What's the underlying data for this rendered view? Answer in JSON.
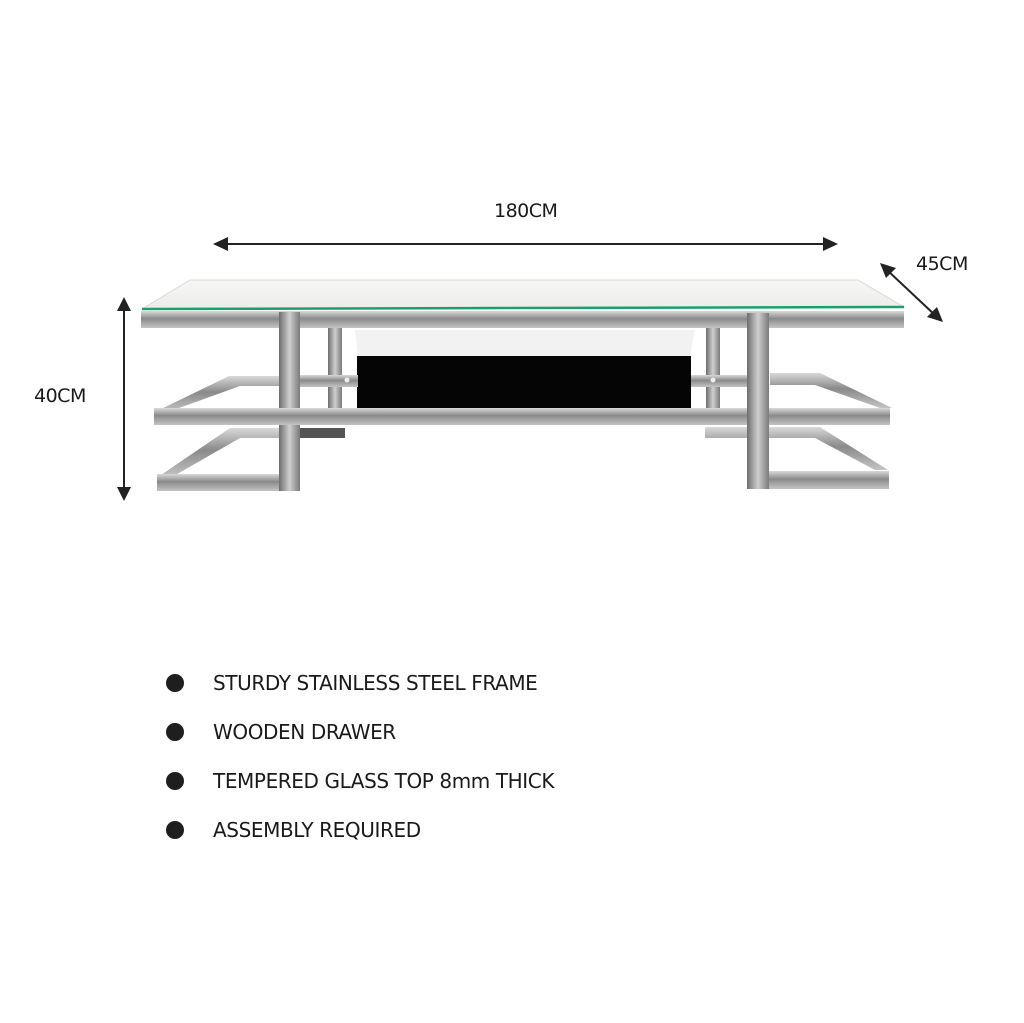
{
  "dimensions": {
    "width": "180CM",
    "depth": "45CM",
    "height": "40CM"
  },
  "features": [
    {
      "text": "STURDY STAINLESS STEEL FRAME"
    },
    {
      "text": "WOODEN DRAWER"
    },
    {
      "text": "TEMPERED GLASS TOP 8mm THICK"
    },
    {
      "text": "ASSEMBLY REQUIRED"
    }
  ],
  "colors": {
    "arrow": "#222222",
    "glass_edge": "#1aa06a",
    "steel": "#a8a8a8",
    "drawer": "#050505",
    "bullet": "#1e1e1e"
  }
}
